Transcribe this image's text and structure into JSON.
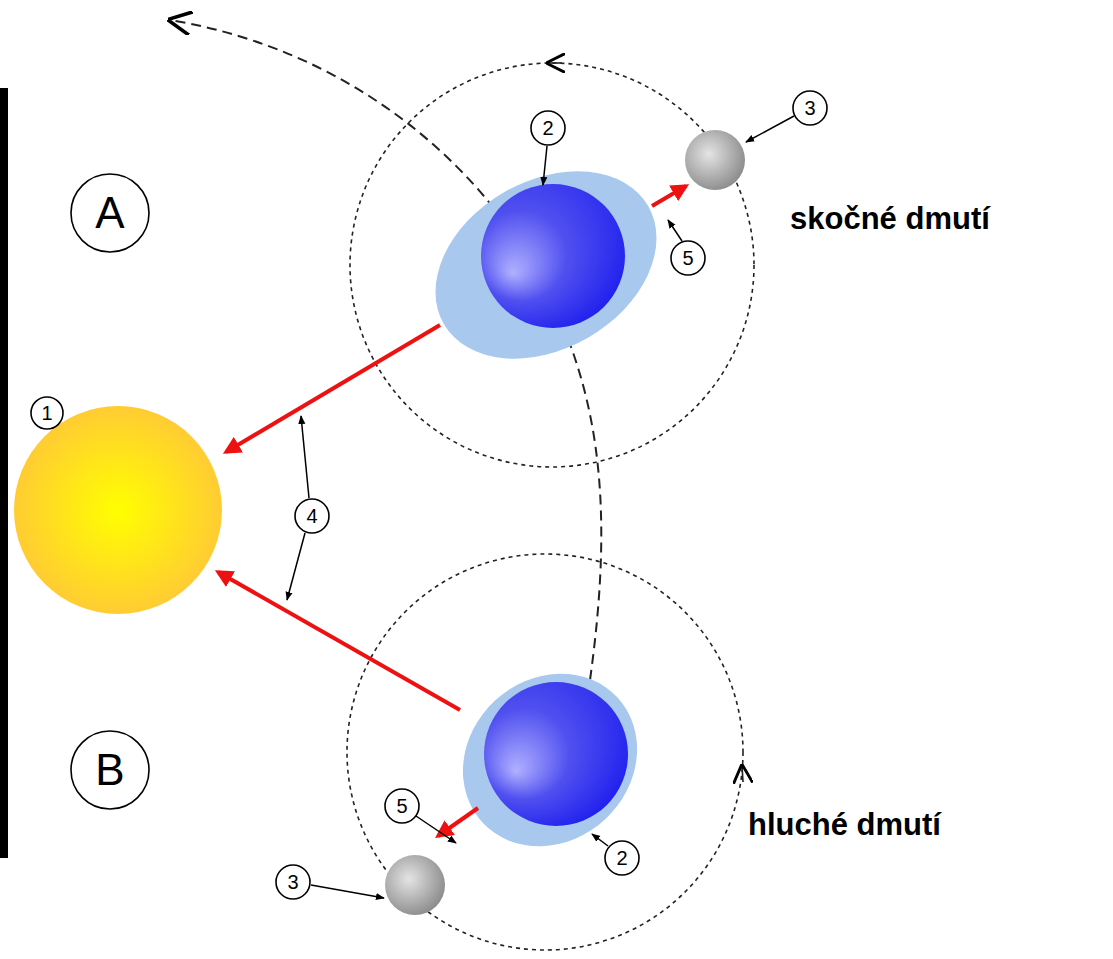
{
  "diagram": {
    "nodes": [
      {
        "text": [
          "3"
        ]
      },
      {
        "text": [
          "2"
        ]
      },
      {
        "text": [
          "A"
        ]
      },
      {
        "text": [
          "5"
        ]
      },
      {
        "text": [
          "1"
        ]
      },
      {
        "text": [
          "4"
        ]
      },
      {
        "text": [
          "B"
        ]
      },
      {
        "text": [
          "5"
        ]
      },
      {
        "text": [
          "2"
        ]
      },
      {
        "text": [
          "3"
        ]
      }
    ],
    "labels": [
      "skočné dmutí",
      "hluché dmutí"
    ]
  }
}
